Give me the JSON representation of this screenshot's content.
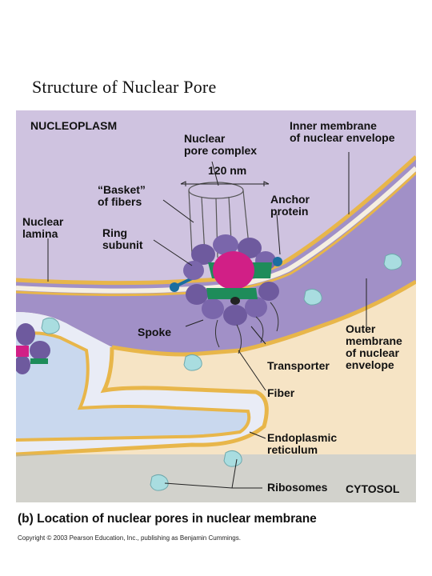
{
  "title": "Structure of Nuclear Pore",
  "figure": {
    "region_labels": {
      "nucleoplasm": "NUCLEOPLASM",
      "cytosol": "CYTOSOL"
    },
    "labels": {
      "nuclear_pore_complex": [
        "Nuclear",
        "pore complex"
      ],
      "inner_membrane": [
        "Inner membrane",
        "of nuclear envelope"
      ],
      "scale": "120 nm",
      "basket": [
        "“Basket”",
        "of fibers"
      ],
      "anchor_protein": [
        "Anchor",
        "protein"
      ],
      "nuclear_lamina": [
        "Nuclear",
        "lamina"
      ],
      "ring_subunit": [
        "Ring",
        "subunit"
      ],
      "spoke": "Spoke",
      "outer_membrane": [
        "Outer",
        "membrane",
        "of nuclear",
        "envelope"
      ],
      "transporter": "Transporter",
      "fiber": "Fiber",
      "endoplasmic_reticulum": [
        "Endoplasmic",
        "reticulum"
      ],
      "ribosomes": "Ribosomes"
    },
    "colors": {
      "nucleoplasm": "#cfc3e0",
      "membrane_lumen": "#a190c7",
      "membrane_gold": "#e8b64a",
      "cytosol": "#f6e4c5",
      "er_lumen": "#c9d8ee",
      "pore_protein": "#6e5a9e",
      "transporter": "#d11f86",
      "spoke": "#1e8c5a",
      "anchor": "#1a6ea0",
      "ribosome": "#a9dde0"
    }
  },
  "caption": {
    "part": "(b)",
    "text": "Location of nuclear pores in nuclear membrane"
  },
  "copyright": "Copyright © 2003 Pearson Education, Inc., publishing as Benjamin Cummings."
}
